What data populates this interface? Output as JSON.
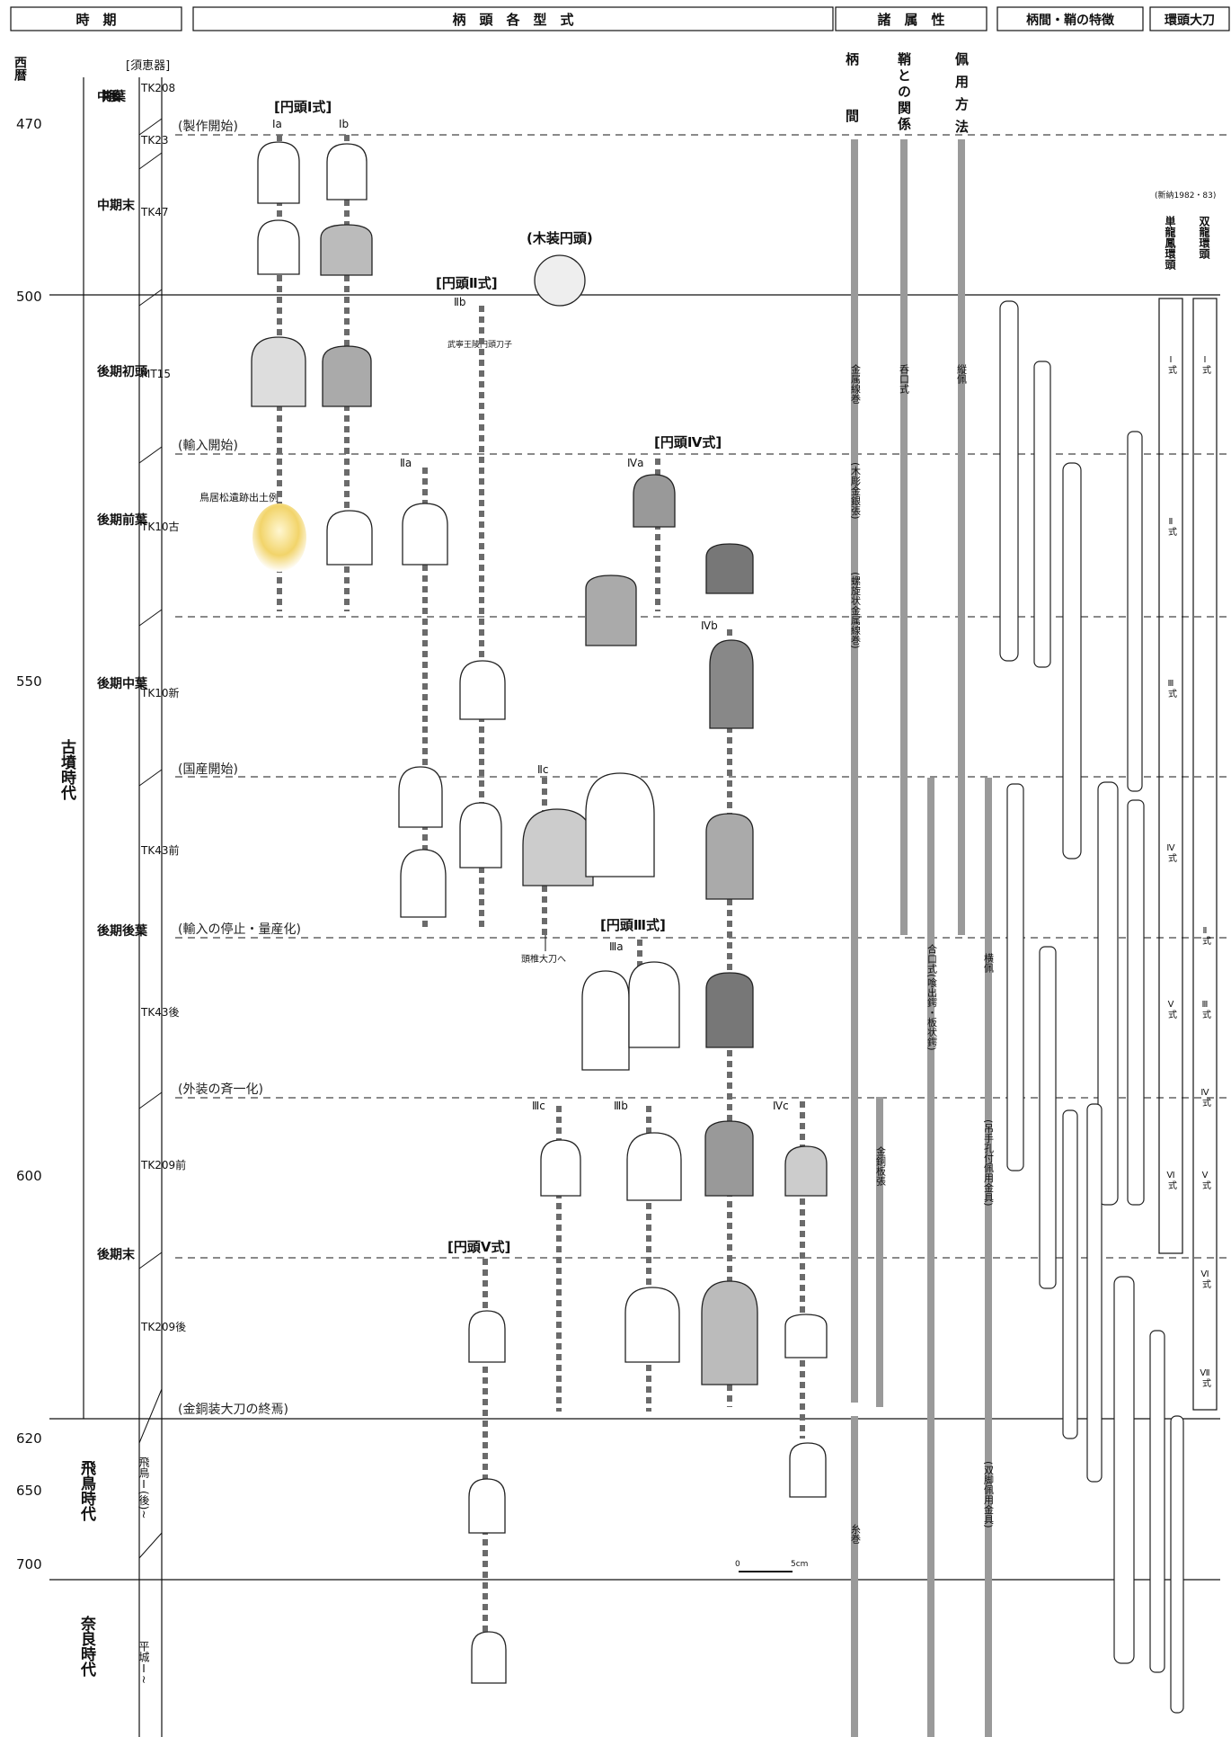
{
  "headers": {
    "period": "時　期",
    "types": "柄　頭　各　型　式",
    "attributes": "諸　属　性",
    "grip_features": "柄間・鞘の特徴",
    "ring_sword": "環頭大刀"
  },
  "axis": {
    "title": "西暦",
    "years": [
      "470",
      "500",
      "550",
      "600",
      "620",
      "650",
      "700"
    ],
    "sueki_label": "[須恵器]"
  },
  "eras": [
    {
      "name": "古墳時代"
    },
    {
      "name": "飛鳥時代"
    },
    {
      "name": "奈良時代"
    }
  ],
  "sub_periods": [
    "中期後葉",
    "中期末",
    "後期初頭",
    "後期前葉",
    "後期中葉",
    "後期後葉",
    "後期末"
  ],
  "pottery_phases": [
    "TK208",
    "TK23",
    "TK47",
    "MT15",
    "TK10古",
    "TK10新",
    "TK43前",
    "TK43後",
    "TK209前",
    "TK209後",
    "飛鳥Ⅰ(後)~",
    "平城Ⅰ~"
  ],
  "events": [
    "(製作開始)",
    "(輸入開始)",
    "(国産開始)",
    "(輸入の停止・量産化)",
    "(外装の斉一化)",
    "(金銅装大刀の終焉)"
  ],
  "type_groups": [
    "[円頭Ⅰ式]",
    "[円頭Ⅱ式]",
    "[円頭Ⅳ式]",
    "[円頭Ⅲ式]",
    "[円頭Ⅴ式]",
    "(木装円頭)"
  ],
  "subtypes": [
    "Ⅰa",
    "Ⅰb",
    "Ⅱb",
    "Ⅱa",
    "Ⅱc",
    "Ⅳa",
    "Ⅳb",
    "Ⅳc",
    "Ⅲa",
    "Ⅲb",
    "Ⅲc"
  ],
  "notes": {
    "torii": "鳥居松遺跡出土例",
    "muryeong": "武寧王陵円頭刀子",
    "ii_c_arrow": "頭椎大刀へ"
  },
  "attribute_columns": [
    "柄間",
    "鞘との関係",
    "佩用方法"
  ],
  "attribute_labels": [
    "金属線巻",
    "(木彫金銀張)",
    "(螺旋状金属線巻)",
    "糸巻",
    "呑口式",
    "合口式(喰出鍔・板状鍔)",
    "金銅板張",
    "縦佩",
    "横佩",
    "(吊手孔付佩用金具)",
    "(双脚佩用金具)"
  ],
  "ring": {
    "source": "(新納1982・83)",
    "col_single": "単龍鳳環頭",
    "col_double": "双龍環頭",
    "single_types": [
      "Ⅰ式",
      "Ⅱ式",
      "Ⅲ式",
      "Ⅳ式",
      "Ⅴ式",
      "Ⅵ式"
    ],
    "double_types": [
      "Ⅰ式",
      "Ⅱ式",
      "Ⅲ式",
      "Ⅳ式",
      "Ⅴ式",
      "Ⅵ式",
      "Ⅶ式"
    ]
  },
  "scale": {
    "zero": "0",
    "max": "5cm"
  },
  "colors": {
    "line": "#111111",
    "bar": "#9a9a9a",
    "dash": "#555555",
    "glow": "#f2d46a"
  }
}
